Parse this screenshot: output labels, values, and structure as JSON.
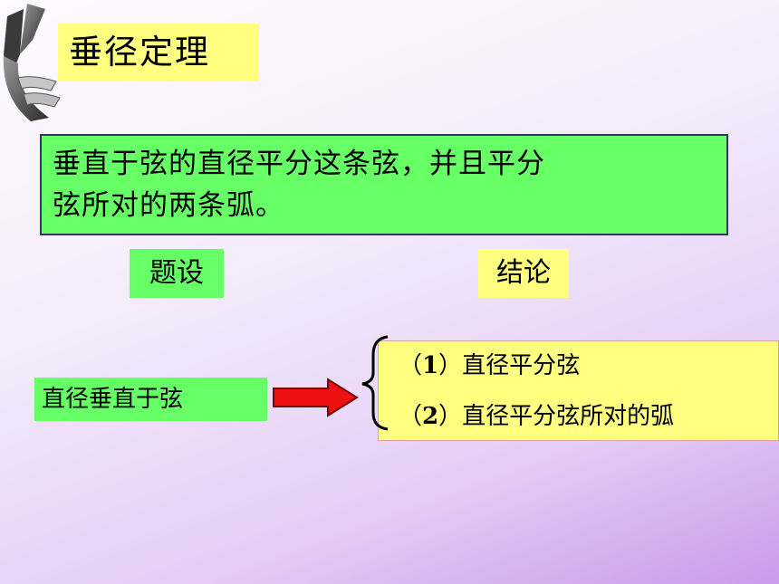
{
  "title": "垂径定理",
  "theorem": {
    "line1": "垂直于弦的直径平分这条弦，并且平分",
    "line2": "弦所对的两条弧。"
  },
  "labels": {
    "hypothesis": "题设",
    "conclusion": "结论"
  },
  "condition": "直径垂直于弦",
  "results": [
    {
      "open": "（",
      "num": "1",
      "close": "）",
      "text": "直径平分弦"
    },
    {
      "open": "（",
      "num": "2",
      "close": "）",
      "text": "直径平分弦所对的弧"
    }
  ],
  "colors": {
    "green": "#66ff66",
    "yellow": "#ffff80",
    "arrow": "#ee1111"
  }
}
